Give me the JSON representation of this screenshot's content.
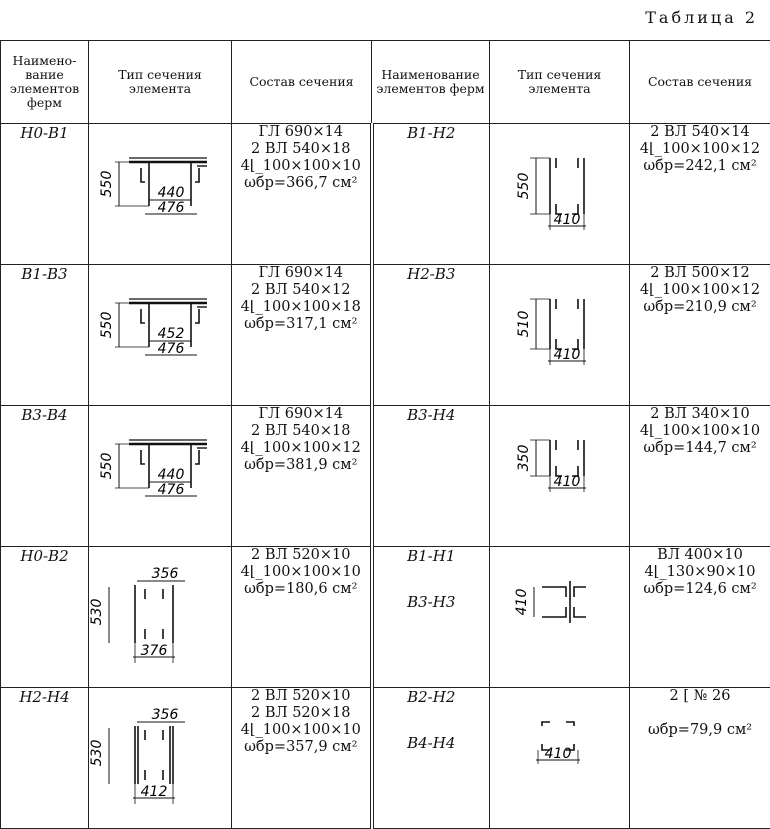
{
  "caption": "Таблица 2",
  "headers": {
    "name": "Наимено-вание элементов ферм",
    "type": "Тип сечения элемента",
    "comp": "Состав сечения",
    "name2": "Наименование элементов ферм",
    "type2": "Тип сечения элемента",
    "comp2": "Состав сечения"
  },
  "rows": [
    {
      "left": {
        "names": [
          "Н0-В1"
        ],
        "dims": {
          "h": "550",
          "in": "440",
          "out": "476"
        },
        "comp": [
          "ГЛ   690×14",
          "2 ВЛ 540×18",
          "4⌊_100×100×10",
          "ωбр=366,7 см²"
        ]
      },
      "right": {
        "names": [
          "В1-Н2"
        ],
        "dims": {
          "h": "550",
          "w": "410"
        },
        "comp": [
          "2 ВЛ 540×14",
          "4⌊_100×100×12",
          "ωбр=242,1 см²"
        ]
      }
    },
    {
      "left": {
        "names": [
          "В1-В3"
        ],
        "dims": {
          "h": "550",
          "in": "452",
          "out": "476"
        },
        "comp": [
          "ГЛ   690×14",
          "2 ВЛ 540×12",
          "4⌊_100×100×18",
          "ωбр=317,1 см²"
        ]
      },
      "right": {
        "names": [
          "Н2-В3"
        ],
        "dims": {
          "h": "510",
          "w": "410"
        },
        "comp": [
          "2 ВЛ 500×12",
          "4⌊_100×100×12",
          "ωбр=210,9 см²"
        ]
      }
    },
    {
      "left": {
        "names": [
          "В3-В4"
        ],
        "dims": {
          "h": "550",
          "in": "440",
          "out": "476"
        },
        "comp": [
          "ГЛ   690×14",
          "2 ВЛ 540×18",
          "4⌊_100×100×12",
          "ωбр=381,9 см²"
        ]
      },
      "right": {
        "names": [
          "В3-Н4"
        ],
        "dims": {
          "h": "350",
          "w": "410"
        },
        "comp": [
          "2 ВЛ 340×10",
          "4⌊_100×100×10",
          "ωбр=144,7 см²"
        ]
      }
    },
    {
      "left": {
        "names": [
          "Н0-В2"
        ],
        "dims": {
          "h": "530",
          "top": "356",
          "bot": "376"
        },
        "comp": [
          "2 ВЛ 520×10",
          "4⌊_100×100×10",
          "ωбр=180,6 см²"
        ]
      },
      "right": {
        "names": [
          "В1-Н1",
          "В3-Н3"
        ],
        "dims": {
          "h": "410"
        },
        "comp": [
          "ВЛ  400×10",
          "4⌊_130×90×10",
          "ωбр=124,6 см²"
        ]
      }
    },
    {
      "left": {
        "names": [
          "Н2-Н4"
        ],
        "dims": {
          "h": "530",
          "top": "356",
          "bot": "412"
        },
        "comp": [
          "2 ВЛ 520×10",
          "2 ВЛ 520×18",
          "4⌊_100×100×10",
          "ωбр=357,9 см²"
        ]
      },
      "right": {
        "names": [
          "В2-Н2",
          "В4-Н4"
        ],
        "dims": {
          "w": "410"
        },
        "comp": [
          "2 [ № 26",
          "",
          "ωбр=79,9 см²"
        ]
      }
    }
  ]
}
